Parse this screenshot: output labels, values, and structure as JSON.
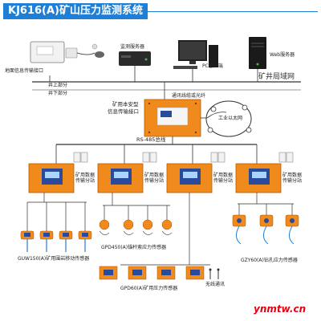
{
  "header": {
    "title": "KJ616(A)矿山压力监测系统"
  },
  "surface": {
    "gateway_label": "地面信息传输接口",
    "server_label": "监测服务器",
    "pc_label": "PC客户端",
    "web_label": "Web服务器",
    "lan_label": "矿井局域网",
    "above_label": "井上部分",
    "below_label": "井下部分"
  },
  "underground": {
    "main_box_label_1": "矿用本安型",
    "main_box_label_2": "信息传输接口",
    "fiber_label": "通讯线缆或光纤",
    "ethernet_label": "工业以太网",
    "rs485_label": "RS-485总线",
    "substation_labels": [
      "矿用数据\n传输分站",
      "矿用数据\n传输分站",
      "矿用数据\n传输分站",
      "矿用数据\n传输分站"
    ]
  },
  "sensors": {
    "mobile_label": "GUW150(A)矿用围岩移动传感器",
    "bolt_label": "GPD450(A)锚杆索应力传感器",
    "pressure_label": "GPD60(A)矿用压力传感器",
    "wireless_label": "无线通讯",
    "borehole_label": "GZY60(A)钻孔应力传感器"
  },
  "watermark": "ynmtw.cn",
  "colors": {
    "accent_blue": "#1f7fd6",
    "station_orange": "#f08a1c",
    "station_panel": "#2a4b9b",
    "line": "#333333"
  }
}
